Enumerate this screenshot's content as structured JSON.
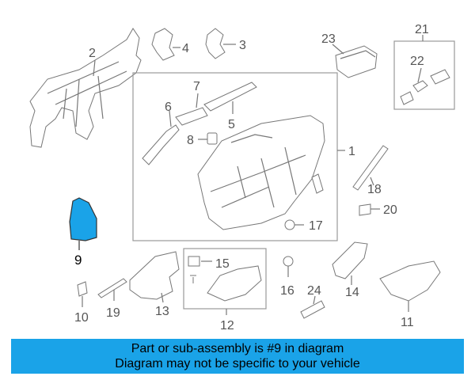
{
  "parts": {
    "p1": "1",
    "p2": "2",
    "p3": "3",
    "p4": "4",
    "p5": "5",
    "p6": "6",
    "p7": "7",
    "p8": "8",
    "p9": "9",
    "p10": "10",
    "p11": "11",
    "p12": "12",
    "p13": "13",
    "p14": "14",
    "p15": "15",
    "p16": "16",
    "p17": "17",
    "p18": "18",
    "p19": "19",
    "p20": "20",
    "p21": "21",
    "p22": "22",
    "p23": "23",
    "p24": "24"
  },
  "highlight": {
    "color": "#1aa3e8"
  },
  "banner": {
    "line1": "Part or sub-assembly is #9 in diagram",
    "line2": "Diagram may not be specific to your vehicle",
    "color": "#1aa3e8"
  }
}
